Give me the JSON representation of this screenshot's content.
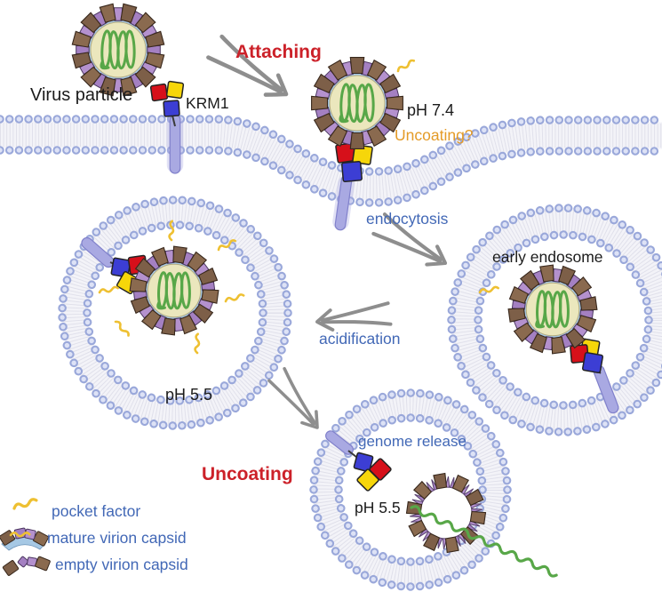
{
  "figure": {
    "description": "virus entry and uncoating mechanism diagram"
  },
  "annotations": {
    "virus_particle": "Virus particle",
    "krm1": "KRM1",
    "attaching": "Attaching",
    "ph_74": "pH 7.4",
    "uncoating_question": "Uncoating?",
    "endocytosis": "endocytosis",
    "early_endosome": "early endosome",
    "acidification": "acidification",
    "ph_55_endosome": "pH 5.5",
    "uncoating": "Uncoating",
    "genome_release": "genome release",
    "ph_55_late": "pH 5.5"
  },
  "legend": {
    "items": [
      {
        "icon": "pocket-factor-icon",
        "label": "pocket factor"
      },
      {
        "icon": "mature-virion-capsid-icon",
        "label": "mature virion capsid"
      },
      {
        "icon": "empty-virion-capsid-icon",
        "label": "empty virion capsid"
      }
    ]
  },
  "colors": {
    "label_black": "#1b1b1b",
    "label_red": "#cc2129",
    "label_orange": "#e49b27",
    "label_blue": "#4268b6",
    "legend_text": "#4268b6",
    "membrane_head": "#9aa8da",
    "membrane_head_inner": "#dde2f6",
    "membrane_tails": "#e3e3ec",
    "capsid_brown": "#7d5f48",
    "capsid_brown_alt": "#8a6a4f",
    "capsid_purple": "#a480c2",
    "capsid_purple_alt": "#b491ce",
    "capsid_blue_ring": "#a6c8e4",
    "capsid_core": "#ebe7bd",
    "genome_green": "#58a748",
    "pocket_factor_yellow": "#eec032",
    "krm1_red": "#d6101a",
    "krm1_yellow": "#f6d60a",
    "krm1_blue": "#3c3ed4",
    "krm1_stalk": "#a9a9e2",
    "arrow_gray": "#8e8e8e"
  }
}
